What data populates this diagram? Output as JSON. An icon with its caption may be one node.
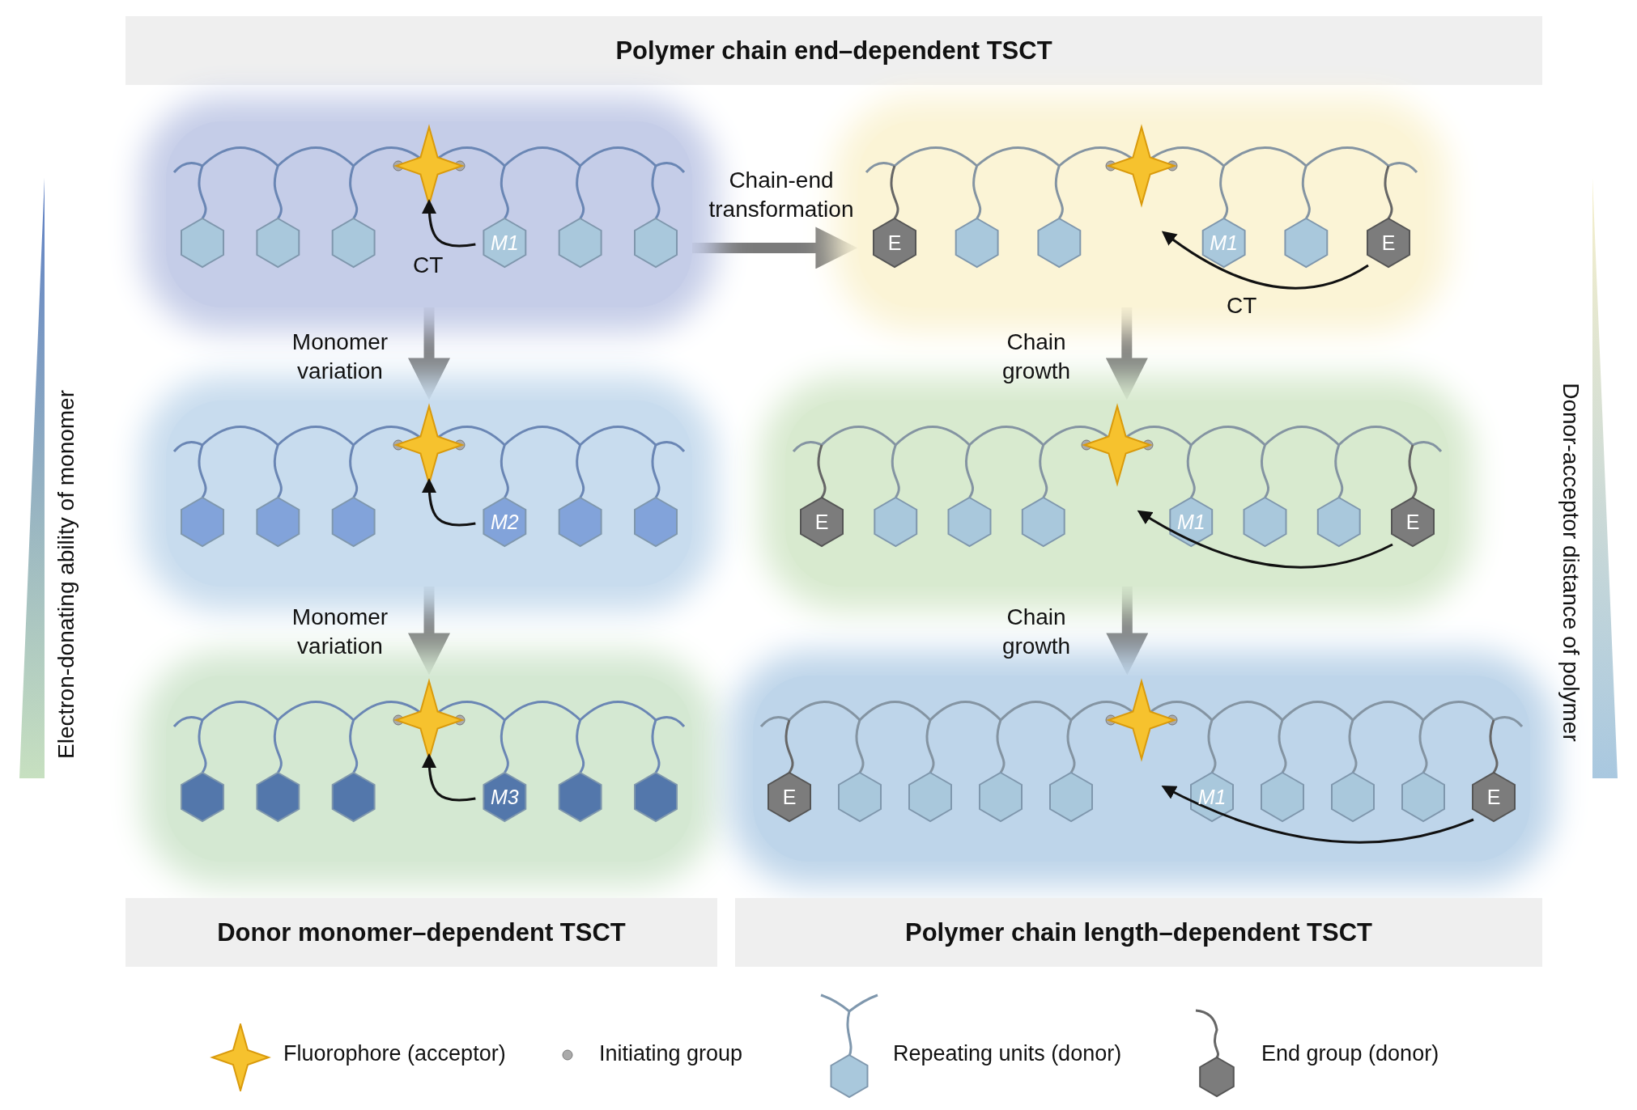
{
  "diagram": {
    "nodes": [
      {
        "text": [
          "Polymer chain end–dependent TSCT"
        ]
      },
      {
        "text": [
          "M1",
          "CT"
        ]
      },
      {
        "text": [
          "E",
          "M1",
          "E",
          "CT"
        ]
      },
      {
        "text": [
          "M2"
        ]
      },
      {
        "text": [
          "E",
          "M1",
          "E"
        ]
      },
      {
        "text": [
          "M3"
        ]
      },
      {
        "text": [
          "E",
          "M1",
          "E"
        ]
      },
      {
        "text": [
          "Donor monomer–dependent TSCT"
        ]
      },
      {
        "text": [
          "Polymer chain length–dependent TSCT"
        ]
      }
    ],
    "edges": [
      {
        "from": 1,
        "to": 2,
        "arrow": "to",
        "label": "Chain-end transformation"
      },
      {
        "from": 1,
        "to": 3,
        "arrow": "to",
        "label": "Monomer variation"
      },
      {
        "from": 3,
        "to": 5,
        "arrow": "to",
        "label": "Monomer variation"
      },
      {
        "from": 2,
        "to": 4,
        "arrow": "to",
        "label": "Chain growth"
      },
      {
        "from": 4,
        "to": 6,
        "arrow": "to",
        "label": "Chain growth"
      }
    ],
    "labels": [
      "Electron-donating ability of monomer",
      "Donor-acceptor distance of polymer"
    ],
    "legend": [
      {
        "text": "Fluorophore (acceptor)"
      },
      {
        "text": "Initiating group"
      },
      {
        "text": "Repeating units (donor)"
      },
      {
        "text": "End group (donor)"
      }
    ]
  }
}
